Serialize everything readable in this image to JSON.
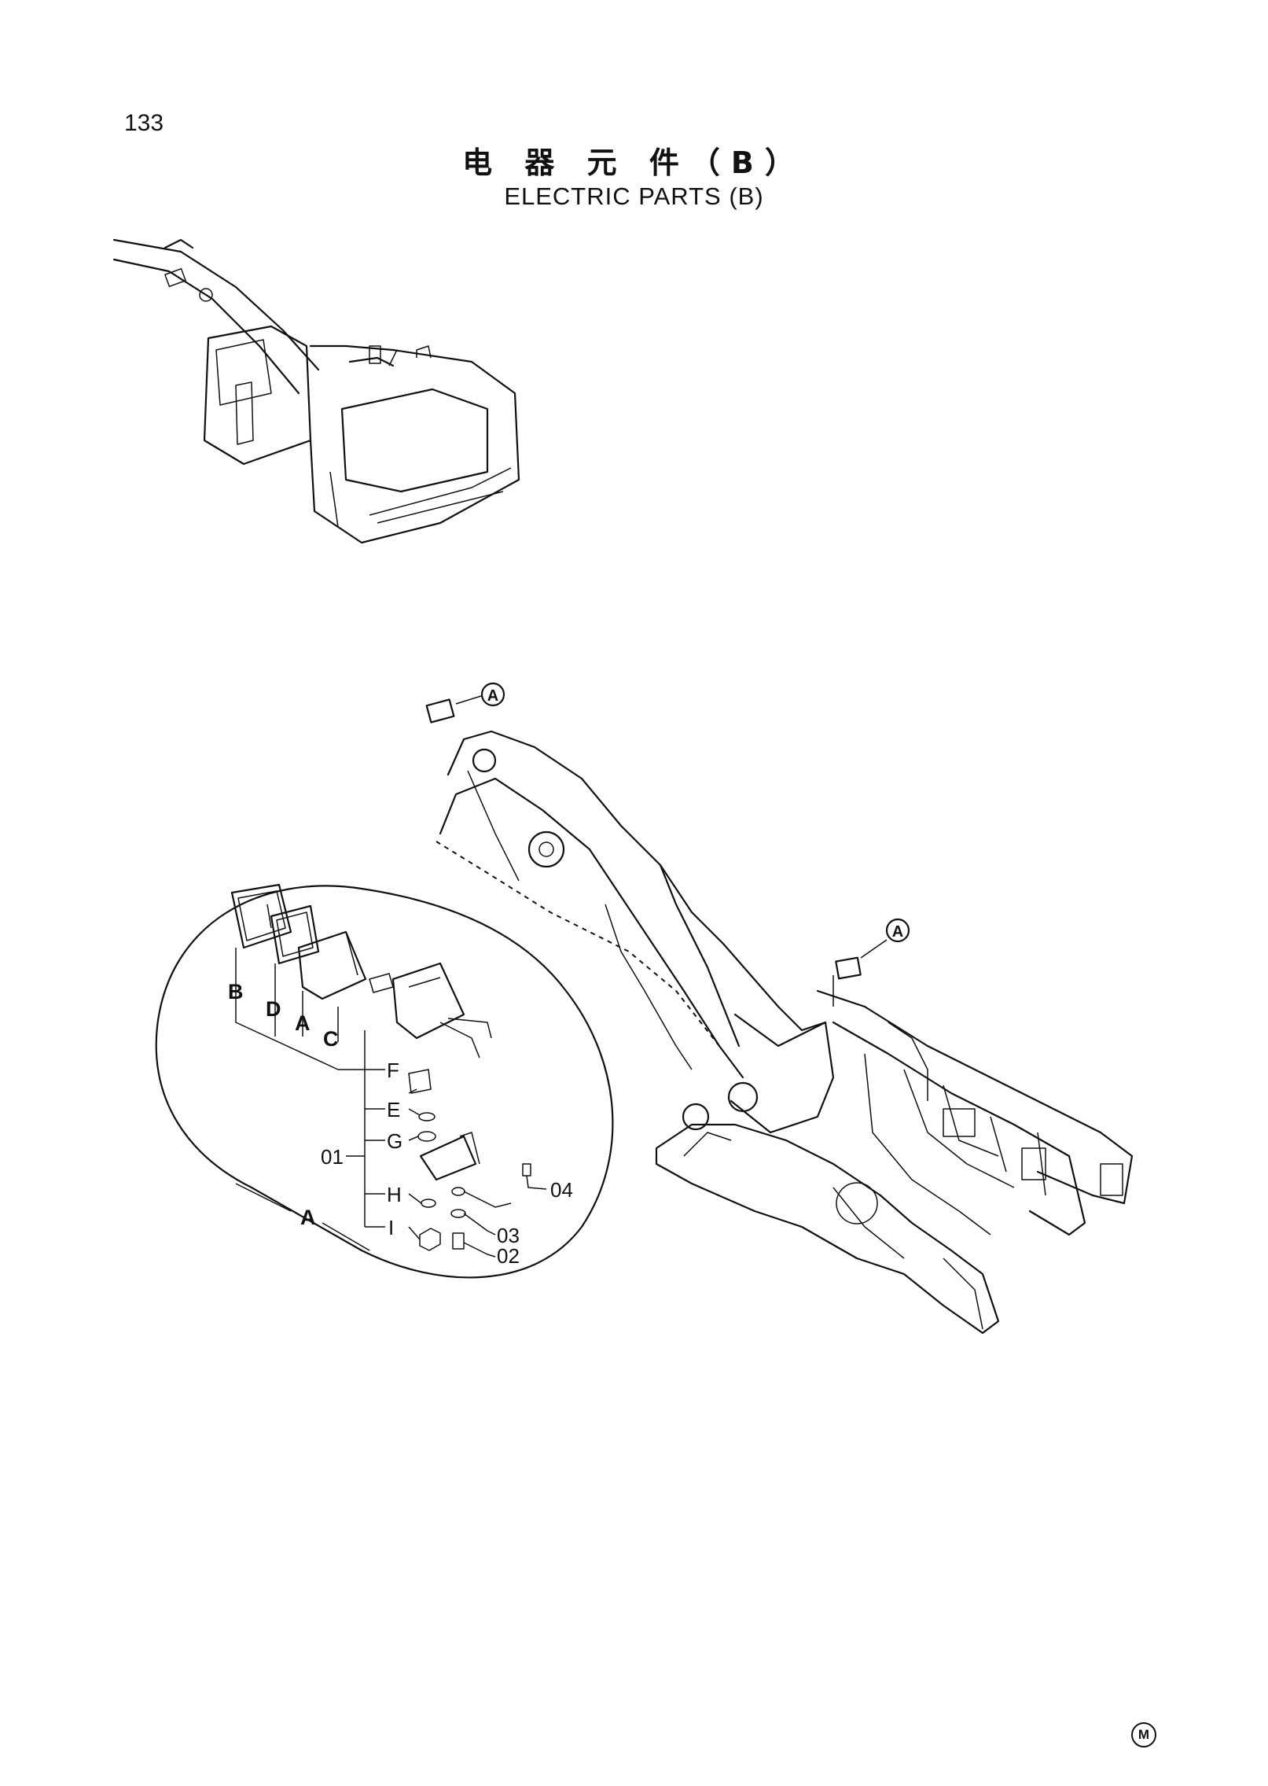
{
  "page_number": "133",
  "title_cn": "电 器 元 件（B）",
  "title_en": "ELECTRIC PARTS (B)",
  "detail_callout": "A",
  "part_labels": {
    "B": "B",
    "D": "D",
    "A": "A",
    "C": "C",
    "F": "F",
    "E": "E",
    "G": "G",
    "H": "H",
    "I": "I",
    "assembly": "01",
    "p02": "02",
    "p03": "03",
    "p04": "04",
    "group": "A"
  },
  "corner_mark": "M"
}
